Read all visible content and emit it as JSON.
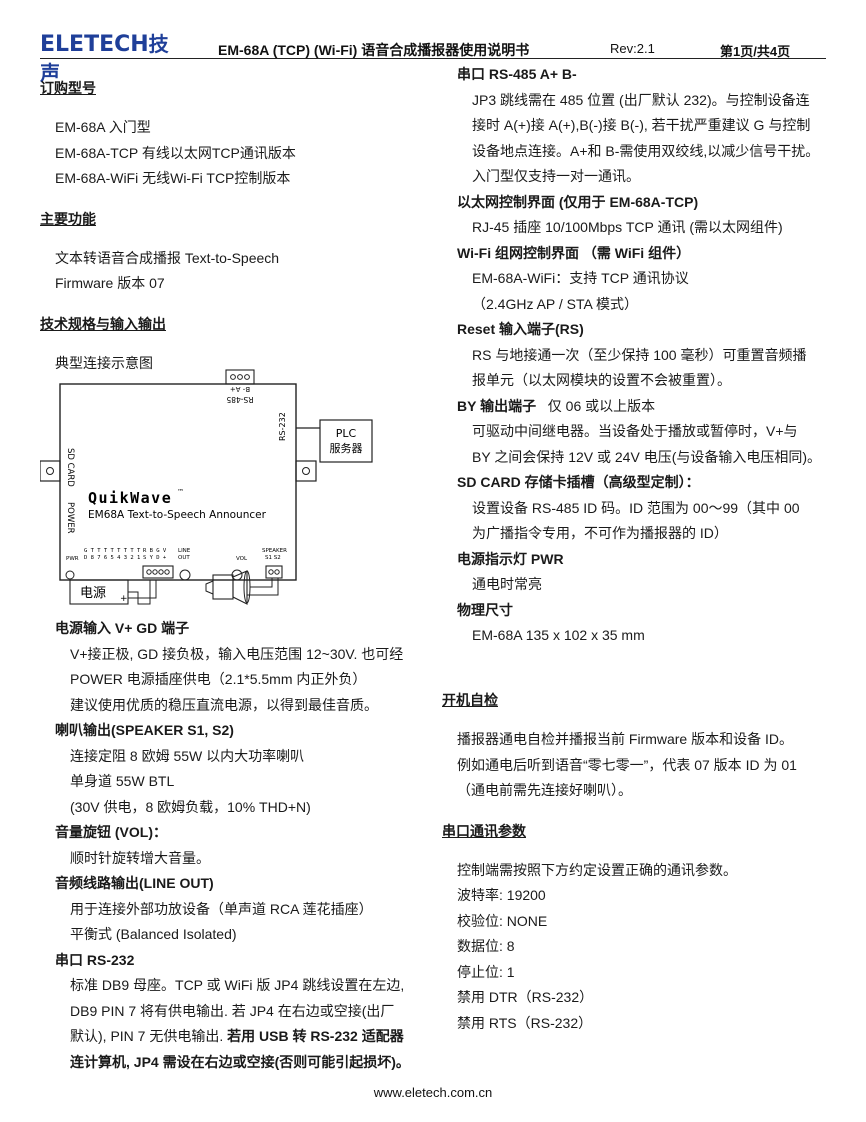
{
  "header": {
    "logo_en": "ELETECH",
    "logo_cn": "技声",
    "title": "EM-68A (TCP) (Wi-Fi)  语音合成播报器使用说明书",
    "rev": "Rev:2.1",
    "page": "第1页/共4页"
  },
  "left": {
    "order": {
      "title": "订购型号",
      "items": [
        "EM-68A  入门型",
        "EM-68A-TCP  有线以太网TCP通讯版本",
        "EM-68A-WiFi  无线Wi-Fi TCP控制版本"
      ]
    },
    "features": {
      "title": "主要功能",
      "items": [
        "文本转语音合成播报  Text-to-Speech",
        "Firmware  版本  07"
      ]
    },
    "spec": {
      "title": "技术规格与输入输出",
      "diagram_caption": "典型连接示意图"
    },
    "diagram": {
      "rs485": "RS-485",
      "b_a_minus": "B- A+",
      "rs232": "RS-232",
      "plc": "PLC",
      "server": "服务器",
      "sdcard": "SD CARD",
      "power": "POWER",
      "brand": "QuikWave",
      "tm": "™",
      "subtitle": "EM68A Text-to-Speech Announcer",
      "pwr": "PWR",
      "pins_top": "G T T T T T T T T",
      "pins_bot": "D 8 7 6 5 4 3 2 1",
      "rb_top": "R B G V",
      "rb_bot": "S Y D +",
      "line_top": "LINE",
      "line_bot": "OUT",
      "vol": "VOL",
      "speaker_top": "SPEAKER",
      "speaker_bot": "S1 S2",
      "psu": "电源",
      "psu_sign": "+"
    },
    "power_in": {
      "title": "电源输入 V+    GD 端子",
      "lines": [
        "V+接正极, GD 接负极，输入电压范围 12~30V. 也可经",
        "POWER 电源插座供电（2.1*5.5mm 内正外负）",
        "建议使用优质的稳压直流电源，以得到最佳音质。"
      ]
    },
    "speaker": {
      "title": "喇叭输出(SPEAKER    S1, S2)",
      "lines": [
        "连接定阻 8 欧姆 55W 以内大功率喇叭",
        "单身道 55W BTL",
        "(30V  供电，8  欧姆负载，10% THD+N)"
      ]
    },
    "volume": {
      "title": "音量旋钮  (VOL)：",
      "lines": [
        "顺时针旋转增大音量。"
      ]
    },
    "lineout": {
      "title": "音频线路输出(LINE OUT)",
      "lines": [
        "用于连接外部功放设备（单声道 RCA  莲花插座）",
        "平衡式  (Balanced Isolated)"
      ]
    },
    "rs232": {
      "title": "串口 RS-232",
      "lines": [
        "标准 DB9 母座。TCP 或 WiFi 版 JP4 跳线设置在左边,",
        "DB9 PIN 7  将有供电输出. 若 JP4 在右边或空接(出厂",
        "默认), PIN 7 无供电输出."
      ],
      "bold_inline": "若用 USB 转 RS-232 适配器",
      "bold_last": "连计算机, JP4 需设在右边或空接(否则可能引起损坏)。"
    }
  },
  "right": {
    "rs485": {
      "title": "串口 RS-485     A+ B-",
      "lines": [
        "JP3 跳线需在 485 位置  (出厂默认 232)。与控制设备连",
        "接时 A(+)接 A(+),B(-)接 B(-),  若干扰严重建议 G 与控制",
        "设备地点连接。A+和 B-需使用双绞线,以减少信号干扰。",
        "入门型仅支持一对一通讯。"
      ]
    },
    "ethernet": {
      "title": "以太网控制界面  (仅用于 EM-68A-TCP)",
      "lines": [
        "RJ-45  插座  10/100Mbps TCP 通讯  (需以太网组件)"
      ]
    },
    "wifi": {
      "title": "Wi-Fi  组网控制界面   （需 WiFi 组件）",
      "lines": [
        "EM-68A-WiFi：支持 TCP 通讯协议",
        "（2.4GHz AP / STA 模式）"
      ]
    },
    "reset": {
      "title": "Reset 输入端子(RS)",
      "lines": [
        "RS 与地接通一次（至少保持 100 毫秒）可重置音频播",
        "报单元（以太网模块的设置不会被重置）。"
      ]
    },
    "by": {
      "title": "BY  输出端子",
      "title_suffix": "仅 06 或以上版本",
      "lines": [
        "可驱动中间继电器。当设备处于播放或暂停时，V+与",
        "BY 之间会保持 12V 或 24V 电压(与设备输入电压相同)。"
      ]
    },
    "sdcard": {
      "title": "SD CARD 存储卡插槽（高级型定制）：",
      "lines": [
        "设置设备 RS-485 ID 码。ID 范围为 00～99（其中 00",
        "为广播指令专用，不可作为播报器的 ID）"
      ]
    },
    "pwr": {
      "title": "电源指示灯 PWR",
      "lines": [
        "通电时常亮"
      ]
    },
    "size": {
      "title": "物理尺寸",
      "lines": [
        "EM-68A 135 x 102 x 35 mm"
      ]
    },
    "selftest": {
      "title": "开机自检",
      "lines": [
        "播报器通电自检并播报当前 Firmware 版本和设备 ID。",
        "例如通电后听到语音“零七零一”，代表 07 版本 ID 为 01",
        "（通电前需先连接好喇叭）。"
      ]
    },
    "comm": {
      "title": "串口通讯参数",
      "lines": [
        "控制端需按照下方约定设置正确的通讯参数。",
        "波特率: 19200",
        "校验位: NONE",
        "数据位: 8",
        "停止位: 1",
        "禁用 DTR（RS-232）",
        "禁用 RTS（RS-232）"
      ]
    }
  },
  "footer": {
    "url": "www.eletech.com.cn"
  }
}
